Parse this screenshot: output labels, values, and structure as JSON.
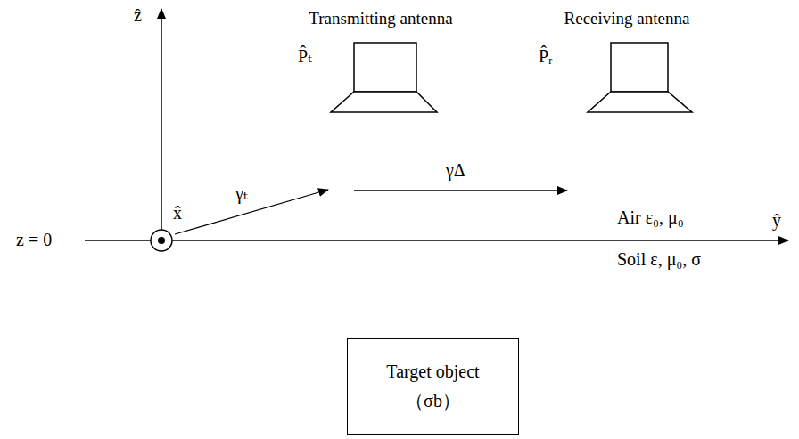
{
  "diagram": {
    "nodes": [
      {
        "text": [
          "Transmitting antenna",
          "P̂ₜ"
        ]
      },
      {
        "text": [
          "Receiving antenna",
          "P̂ᵣ"
        ]
      },
      {
        "text": [
          "Target object",
          "（σb）"
        ]
      }
    ],
    "labels": [
      "ẑ",
      "x̂",
      "ŷ",
      "z = 0",
      "γₜ",
      "γΔ",
      "Air  ε₀, μ₀",
      "Soil  ε, μ₀, σ"
    ]
  }
}
